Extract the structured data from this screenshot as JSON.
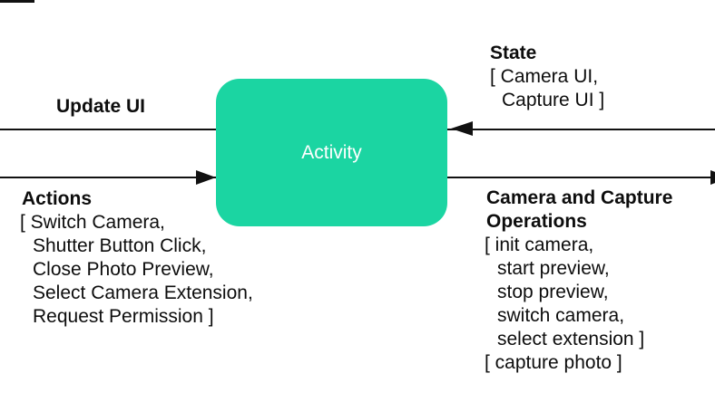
{
  "diagram": {
    "colors": {
      "activity_fill": "#1bd5a2",
      "activity_text": "#ffffff",
      "line": "#111111"
    },
    "activity": {
      "label": "Activity"
    },
    "update_ui": {
      "title": "Update UI"
    },
    "actions": {
      "title": "Actions",
      "lines": [
        "[ Switch Camera,",
        "Shutter Button Click,",
        "Close Photo Preview,",
        "Select Camera Extension,",
        "Request Permission ]"
      ]
    },
    "state": {
      "title": "State",
      "lines": [
        "[ Camera UI,",
        "Capture UI ]"
      ]
    },
    "operations": {
      "title": "Camera and Capture Operations",
      "lines": [
        "[ init camera,",
        "start preview,",
        "stop preview,",
        "switch camera,",
        "select extension ]",
        "[ capture photo ]"
      ]
    }
  }
}
